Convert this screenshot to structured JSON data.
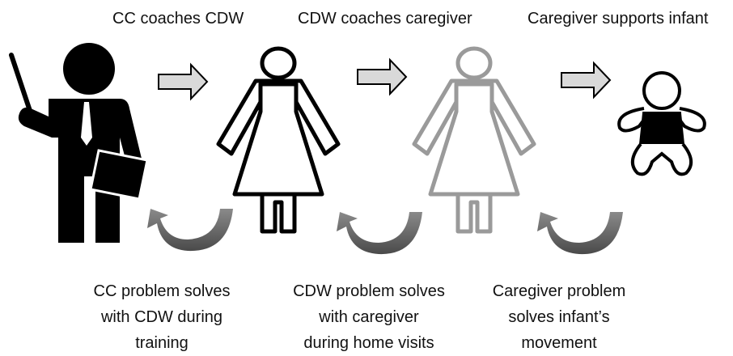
{
  "steps": [
    {
      "label": "CC coaches CDW"
    },
    {
      "label": "CDW coaches caregiver"
    },
    {
      "label": "Caregiver supports infant"
    }
  ],
  "feedback": [
    {
      "lines": [
        "CC problem solves",
        "with CDW during",
        "training"
      ]
    },
    {
      "lines": [
        "CDW problem solves",
        "with caregiver",
        "during home visits"
      ]
    },
    {
      "lines": [
        "Caregiver problem",
        "solves infant’s",
        "movement"
      ]
    }
  ],
  "icons": {
    "coach": "teacher-with-pointer-icon",
    "cdw": "woman-outline-icon",
    "caregiver": "woman-outline-gray-icon",
    "infant": "baby-icon",
    "forward": "right-arrow-icon",
    "feedback": "curved-return-arrow-icon"
  },
  "colors": {
    "dark": "#000000",
    "caregiver_outline": "#9a9a9a",
    "arrow_fill": "#d9d9d9",
    "feedback_arrow": "#6b6b6b"
  }
}
